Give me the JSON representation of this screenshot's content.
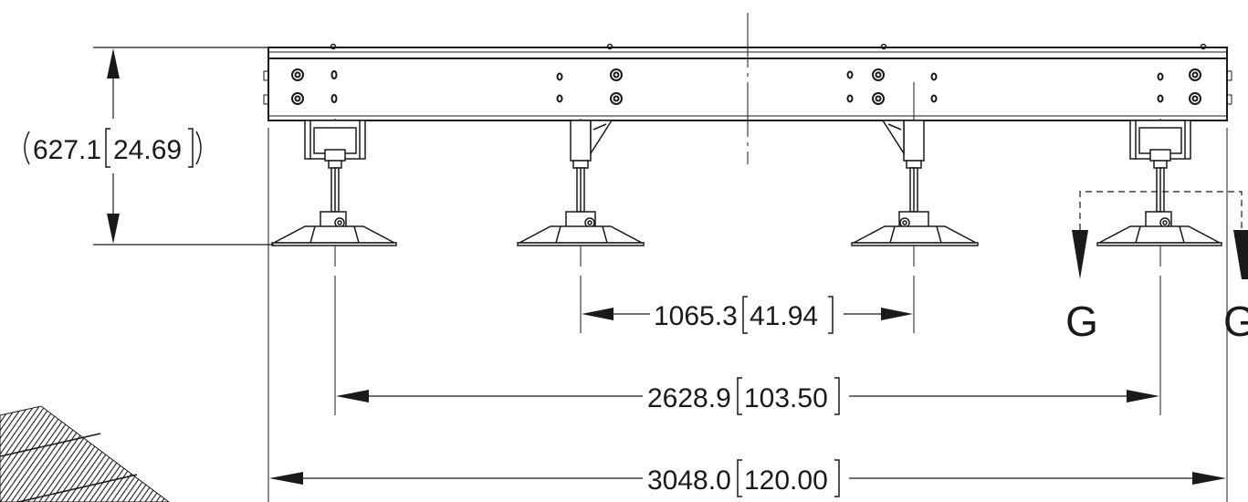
{
  "dimensions": {
    "height": {
      "value": "627.1",
      "inch": "24.69"
    },
    "inner_span": {
      "value": "1065.3",
      "inch": "41.94"
    },
    "foot_span": {
      "value": "2628.9",
      "inch": "103.50"
    },
    "overall": {
      "value": "3048.0",
      "inch": "120.00"
    }
  },
  "section": {
    "label": "G"
  },
  "colors": {
    "ink": "#1a1a1a",
    "paper": "#ffffff"
  }
}
